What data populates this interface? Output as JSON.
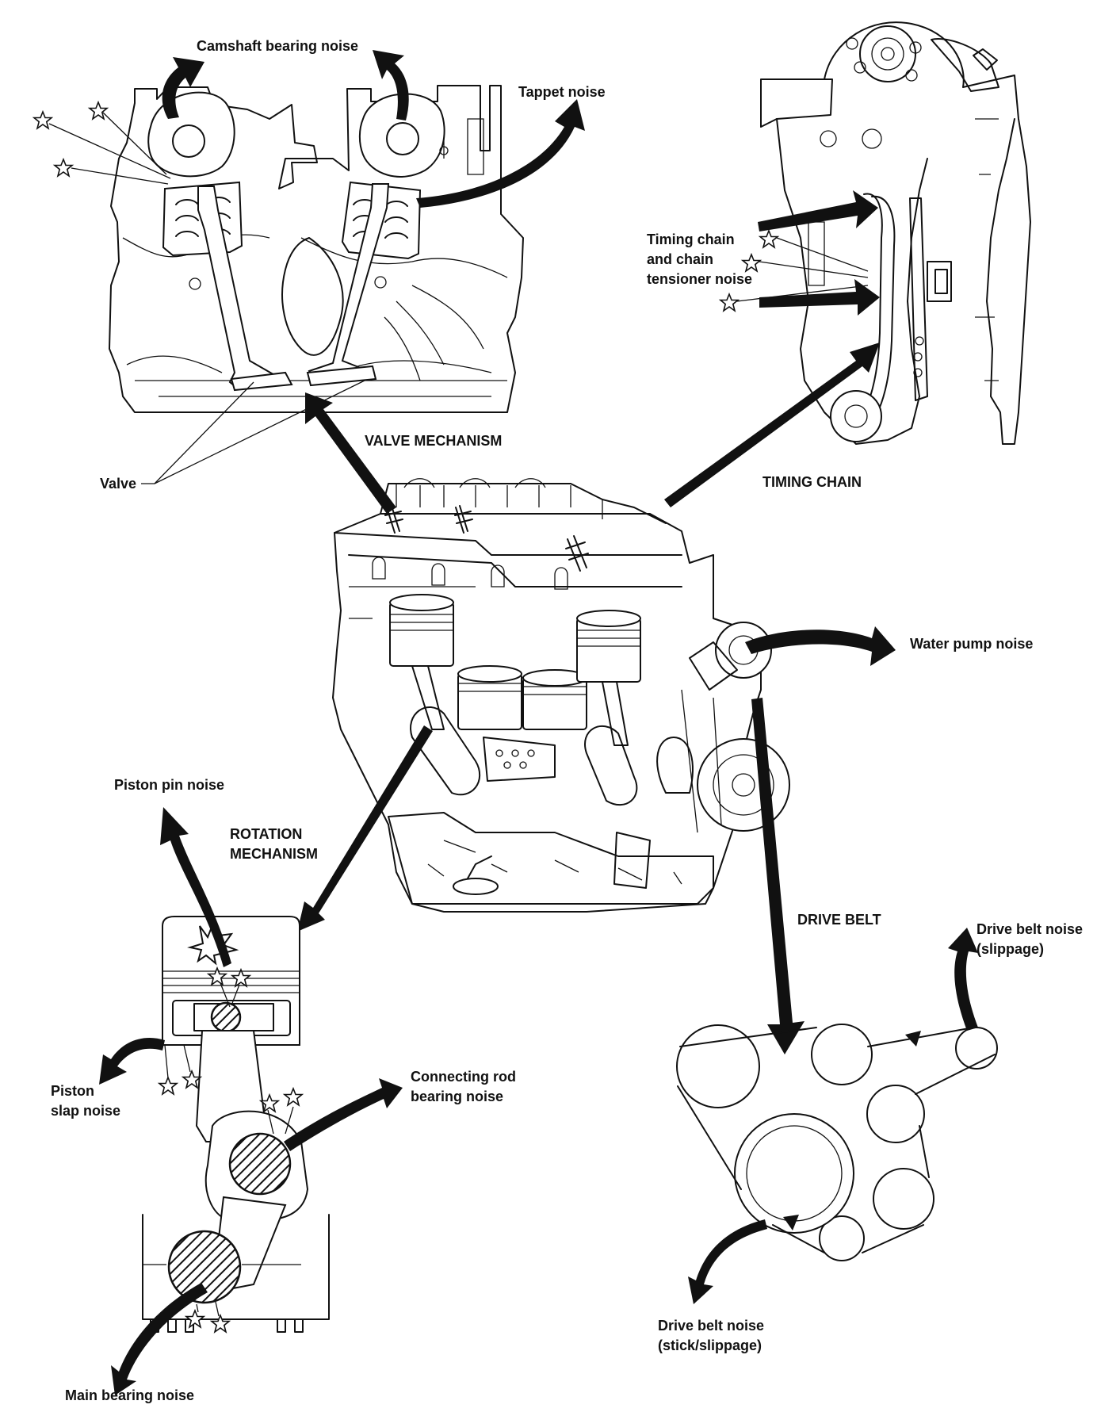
{
  "labels": {
    "camshaft_bearing_noise": "Camshaft bearing noise",
    "tappet_noise": "Tappet noise",
    "valve": "Valve",
    "valve_mechanism": "VALVE MECHANISM",
    "timing_chain_noise": [
      "Timing chain",
      "and chain",
      "tensioner noise"
    ],
    "timing_chain": "TIMING CHAIN",
    "water_pump_noise": "Water pump noise",
    "piston_pin_noise": "Piston pin noise",
    "rotation_mechanism": [
      "ROTATION",
      "MECHANISM"
    ],
    "drive_belt": "DRIVE BELT",
    "drive_belt_noise_slippage": [
      "Drive belt noise",
      "(slippage)"
    ],
    "piston_slap_noise": [
      "Piston",
      "slap noise"
    ],
    "connecting_rod_bearing_noise": [
      "Connecting rod",
      "bearing noise"
    ],
    "drive_belt_noise_stick": [
      "Drive belt noise",
      "(stick/slippage)"
    ],
    "main_bearing_noise": "Main bearing noise"
  },
  "icons": [
    "star-icon",
    "arrow-icon",
    "burst-icon"
  ]
}
